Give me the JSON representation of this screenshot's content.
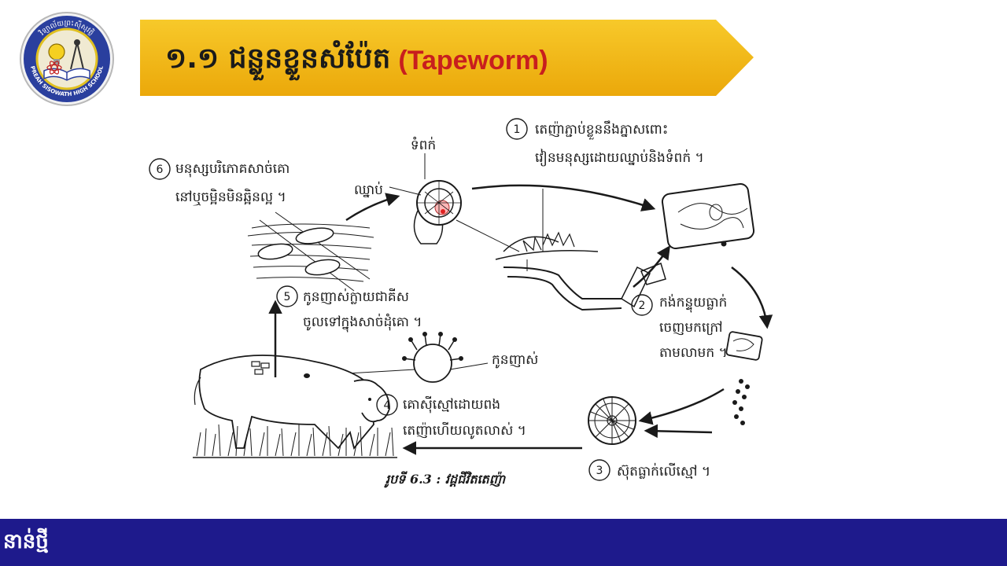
{
  "logo": {
    "text_top": "វិទ្យាល័យព្រះស៊ីសុវត្ថិ",
    "text_bottom": "PREAH SISOWATH HIGH SCHOOL"
  },
  "title": {
    "khmer": "១.១ ជន្លួនខ្លួនសំប៉ែត",
    "english": "(Tapeworm)"
  },
  "diagram": {
    "labels": {
      "tumpak": "ទំពក់",
      "chhlup": "ឈ្នាប់",
      "step1_line1": "តេញ៉ាភ្ជាប់ខ្លួននឹងភ្នាសពោះ",
      "step1_line2": "វៀនមនុស្សដោយឈ្នាប់និងទំពក់ ។",
      "step2_line1": "កង់កន្ទុយធ្លាក់",
      "step2_line2": "ចេញមកក្រៅ",
      "step2_line3": "តាមលាមក ។",
      "step3_line1": "ស៊ុតធ្លាក់លើស្មៅ ។",
      "step4_line1": "គោស៊ីស្មៅដោយពង",
      "step4_line2": "តេញ៉ាហើយលូតលាស់ ។",
      "larva": "កូនញាស់",
      "step5_line1": "កូនញាស់ក្លាយជាគីស",
      "step5_line2": "ចូលទៅក្នុងសាច់ដុំគោ ។",
      "step6_line1": "មនុស្សបរិភោគសាច់គោ",
      "step6_line2": "នៅឬចម្អិនមិនឆ្អិនល្អ ។"
    },
    "step_numbers": [
      "1",
      "2",
      "3",
      "4",
      "5",
      "6"
    ],
    "caption": "រូបទី 6.3 : វដ្តជីវិតតេញ៉ា"
  },
  "footer": {
    "text": "នាន់ថ្មី"
  },
  "colors": {
    "banner": "#f2b90f",
    "footer": "#1e1a8c",
    "title_english": "#c81e1e",
    "logo_ring": "#2a3f9e"
  }
}
